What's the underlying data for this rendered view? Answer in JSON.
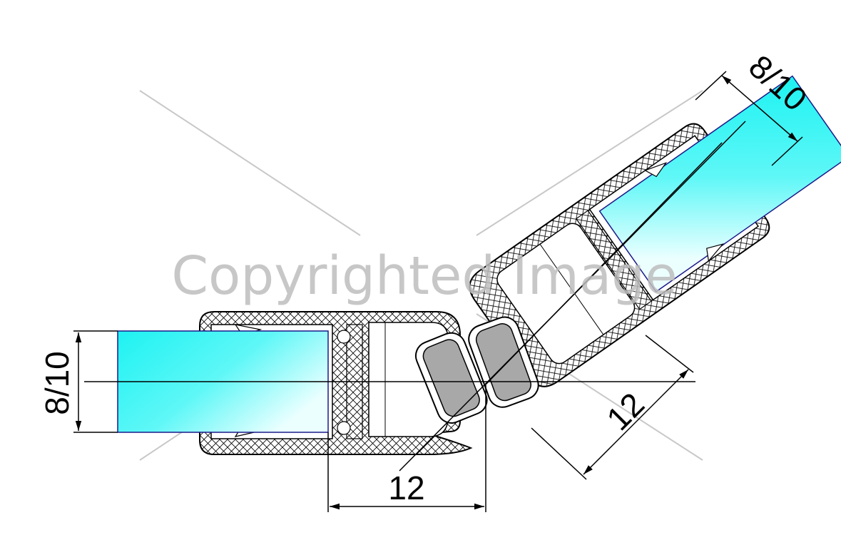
{
  "dimensions": {
    "glass_thickness_left": "8/10",
    "glass_thickness_right": "8/10",
    "profile_width_bottom": "12",
    "profile_width_angled": "12"
  },
  "watermark": "Copyrighted Image",
  "colors": {
    "glass": "#1ef2f2",
    "glass_highlight": "#e6ffff",
    "outline": "#000000",
    "magnet": "#a8a8a8",
    "guide_lines": "#c8c8c8",
    "watermark": "#bdbdbd"
  }
}
